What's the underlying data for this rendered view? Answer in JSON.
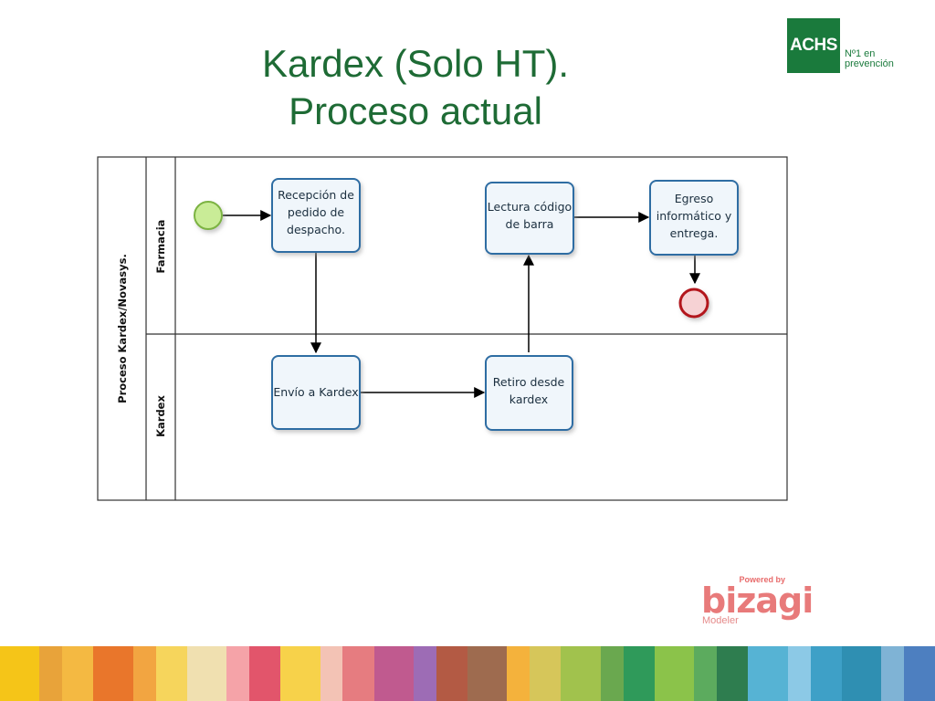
{
  "slide": {
    "title_line1": "Kardex (Solo HT).",
    "title_line2": "Proceso actual"
  },
  "logo": {
    "brand": "ACHS",
    "tagline_line1": "Nº1 en",
    "tagline_line2": "prevención"
  },
  "diagram": {
    "pool_label": "Proceso Kardex/Novasys.",
    "lanes": [
      "Farmacia",
      "Kardex"
    ],
    "tasks": {
      "recepcion": [
        "Recepción de",
        "pedido de",
        "despacho."
      ],
      "lectura": [
        "Lectura código",
        "de barra"
      ],
      "egreso": [
        "Egreso",
        "informático y",
        "entrega."
      ],
      "envio": [
        "Envío a Kardex"
      ],
      "retiro": [
        "Retiro desde",
        "kardex"
      ]
    },
    "colors": {
      "start_event": "#a8d86a",
      "end_event": "#c0121f",
      "task_border": "#2f6da3",
      "task_fill": "#f0f6fb"
    }
  },
  "watermark": {
    "powered_by": "Powered by",
    "brand": "bizagi",
    "product": "Modeler"
  },
  "footer_stripe_colors": [
    "#f5c518",
    "#e8a33a",
    "#f4b942",
    "#e9762b",
    "#f2a541",
    "#f6d55c",
    "#f0e0b0",
    "#f5a3a8",
    "#e2556b",
    "#f7d24a",
    "#f3c3b5",
    "#e67c80",
    "#c05a8f",
    "#9d6cb5",
    "#b35a44",
    "#9e6b4f",
    "#f4b23c",
    "#d6c65a",
    "#a1c24d",
    "#6aa84f",
    "#2f9a5a",
    "#8bc34a",
    "#5cab5e",
    "#2e7d4f",
    "#56b3d4",
    "#8cc9e6",
    "#3ea0c7",
    "#2f8fb2",
    "#7fb3d5",
    "#4d7fc0"
  ]
}
